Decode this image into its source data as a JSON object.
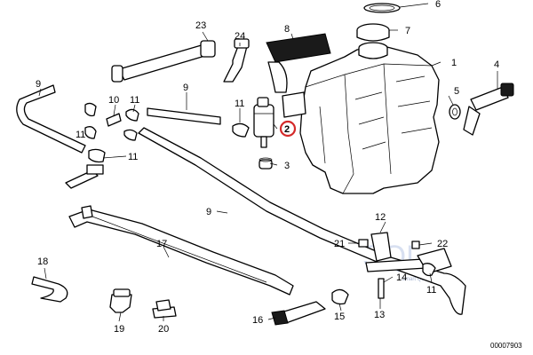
{
  "diagram": {
    "reference_number": "00007903",
    "highlight_color": "#d42a2a",
    "highlighted_part": "2",
    "watermark": {
      "text": "SQL",
      "subtext": "Smart Quality Links"
    },
    "callouts": {
      "p1": "1",
      "p2": "2",
      "p3": "3",
      "p4": "4",
      "p5": "5",
      "p6": "6",
      "p7": "7",
      "p8": "8",
      "p9a": "9",
      "p9b": "9",
      "p9c": "9",
      "p10": "10",
      "p11a": "11",
      "p11b": "11",
      "p11c": "11",
      "p11d": "11",
      "p11e": "11",
      "p12": "12",
      "p13": "13",
      "p14": "14",
      "p15": "15",
      "p16": "16",
      "p17": "17",
      "p18": "18",
      "p19": "19",
      "p20": "20",
      "p21": "21",
      "p22": "22",
      "p23": "23",
      "p24": "24"
    }
  }
}
